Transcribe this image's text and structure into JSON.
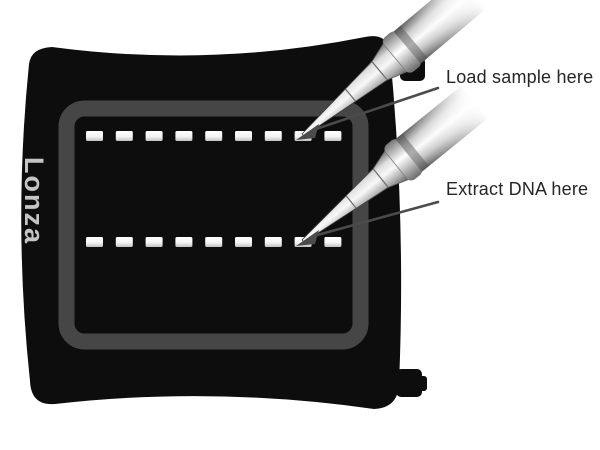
{
  "figure": {
    "background_color": "#ffffff",
    "brand_logo": "Lonza",
    "callouts": {
      "load": {
        "label": "Load sample here"
      },
      "extract": {
        "label": "Extract DNA here"
      }
    },
    "cassette": {
      "well_rows": 2,
      "wells_per_row": 9,
      "body_color": "#0d0d0d",
      "frame_color": "#464646",
      "logo_color": "#c4c4c4",
      "well_color": "#ffffff"
    },
    "annotation_color": "#262626",
    "line_color": "#4b4b4b"
  }
}
